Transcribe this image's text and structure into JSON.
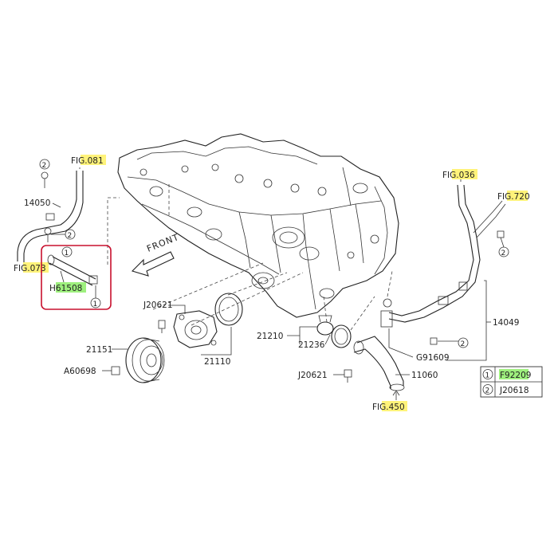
{
  "refs": {
    "fig081": {
      "prefix": "FI",
      "hl": "G.081"
    },
    "fig073": {
      "prefix": "FI",
      "hl": "G.073"
    },
    "fig036": {
      "prefix": "FI",
      "hl": "G.036"
    },
    "fig720": {
      "prefix": "FI",
      "hl": "G.72",
      "suffix": "0"
    },
    "fig450": {
      "prefix": "FI",
      "hl": "G.450"
    }
  },
  "parts": {
    "p14050": "14050",
    "p61508": {
      "prefix": "H",
      "hl": "61508"
    },
    "p20621a": "J20621",
    "p21151": "21151",
    "p60698": "A60698",
    "p21110": "21110",
    "p21210": "21210",
    "p21236": "21236",
    "p20621b": "J20621",
    "p11060": "11060",
    "p14049": "14049",
    "p91609": "G91609"
  },
  "callouts": {
    "one": "1",
    "two": "2"
  },
  "front": "FRONT",
  "legend": {
    "rows": [
      {
        "num": "1",
        "code_hl": "F9220",
        "code_rest": "9"
      },
      {
        "num": "2",
        "code": "J20618"
      }
    ]
  },
  "colors": {
    "highlight_yellow": "#fff37a",
    "highlight_green": "#9ef07e",
    "inset_border": "#c8102e"
  }
}
